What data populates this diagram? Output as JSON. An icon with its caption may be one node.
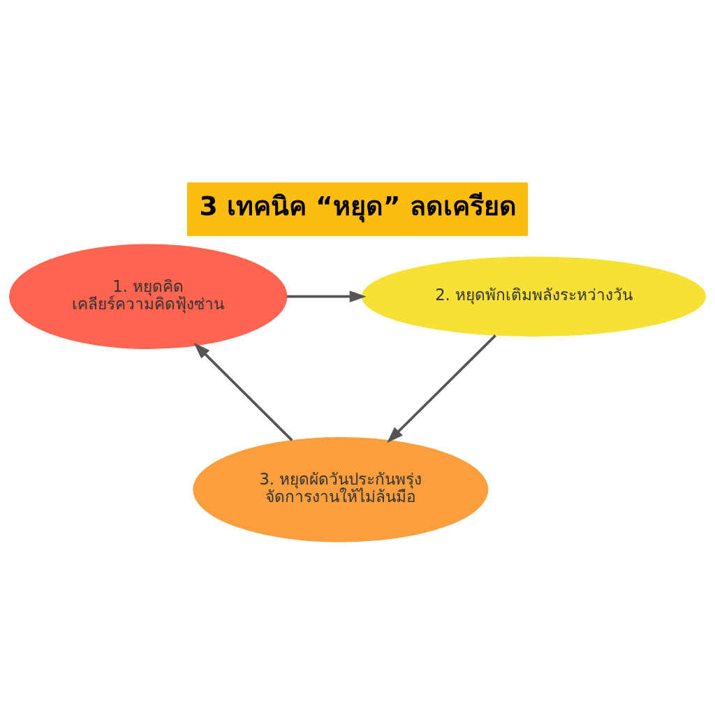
{
  "diagram": {
    "title": "3 เทคนิค “หยุด” ลดเครียด",
    "nodes": [
      {
        "text": [
          "1. หยุดคิด",
          "เคลียร์ความคิดฟุ้งซ่าน"
        ]
      },
      {
        "text": [
          "2. หยุดพักเติมพลังระหว่างวัน"
        ]
      },
      {
        "text": [
          "3. หยุดผัดวันประกันพรุ่ง",
          "จัดการงานให้ไม่ล้นมือ"
        ]
      }
    ],
    "edges": [
      {
        "from": 0,
        "to": 1,
        "arrow": "to"
      },
      {
        "from": 1,
        "to": 2,
        "arrow": "to"
      },
      {
        "from": 2,
        "to": 0,
        "arrow": "to"
      }
    ]
  }
}
